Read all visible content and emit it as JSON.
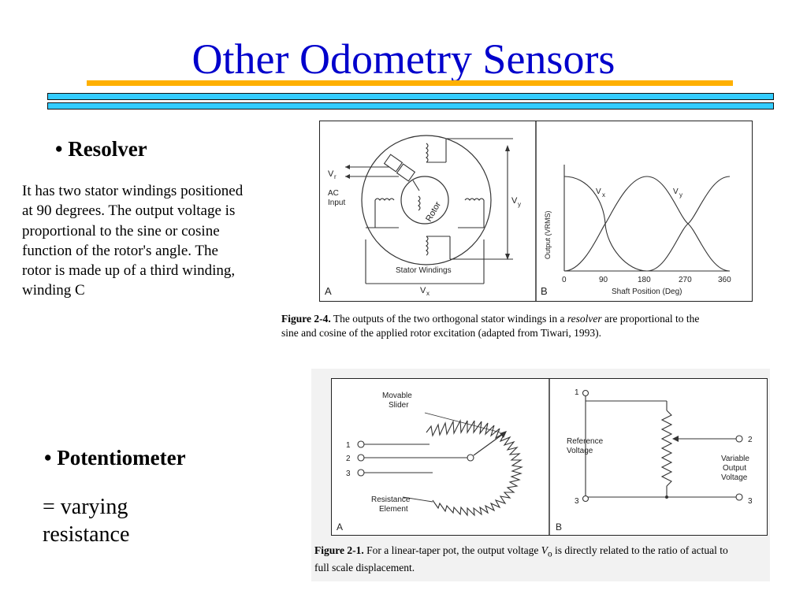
{
  "slide": {
    "title": "Other Odometry Sensors",
    "accent_color": "#0000cc",
    "underline_color": "#ffb000",
    "bar_color": "#33ccff"
  },
  "resolver": {
    "bullet": "• Resolver",
    "description_lines": [
      "It has two stator windings positioned",
      "at 90 degrees. The output voltage is",
      "proportional to the sine or cosine",
      "function of the rotor's angle. The",
      "rotor is made up of a third winding,",
      "winding C"
    ],
    "figure": {
      "panel_a": "A",
      "panel_b": "B",
      "vr": "V",
      "vr_sub": "r",
      "ac_input_1": "AC",
      "ac_input_2": "Input",
      "rotor": "Rotor",
      "stator_windings": "Stator Windings",
      "vx": "V",
      "vx_sub": "x",
      "vy": "V",
      "vy_sub": "y",
      "ylabel": "Output (VRMS)",
      "xlabel": "Shaft Position (Deg)",
      "ticks": [
        "0",
        "90",
        "180",
        "270",
        "360"
      ],
      "curve_x": "V",
      "curve_x_sub": "x",
      "curve_y": "V",
      "curve_y_sub": "y"
    },
    "caption": {
      "label": "Figure 2-4.",
      "line1_a": "The outputs of the two orthogonal stator windings in a",
      "line1_em": "resolver",
      "line1_b": "are proportional to the",
      "line2": "sine and cosine of the applied rotor excitation (adapted from Tiwari, 1993)."
    }
  },
  "potentiometer": {
    "bullet": "• Potentiometer",
    "line1": "= varying",
    "line2": "resistance",
    "figure": {
      "panel_a": "A",
      "panel_b": "B",
      "movable_1": "Movable",
      "movable_2": "Slider",
      "resist_1": "Resistance",
      "resist_2": "Element",
      "pin1": "1",
      "pin2": "2",
      "pin3": "3",
      "ref_1": "Reference",
      "ref_2": "Voltage",
      "var_1": "Variable",
      "var_2": "Output",
      "var_3": "Voltage"
    },
    "caption": {
      "label": "Figure 2-1.",
      "line1_a": "For a linear-taper pot, the output voltage",
      "line1_em": "V",
      "line1_sub": "o",
      "line1_b": "is directly related to the ratio of actual to",
      "line2": "full scale displacement."
    }
  }
}
